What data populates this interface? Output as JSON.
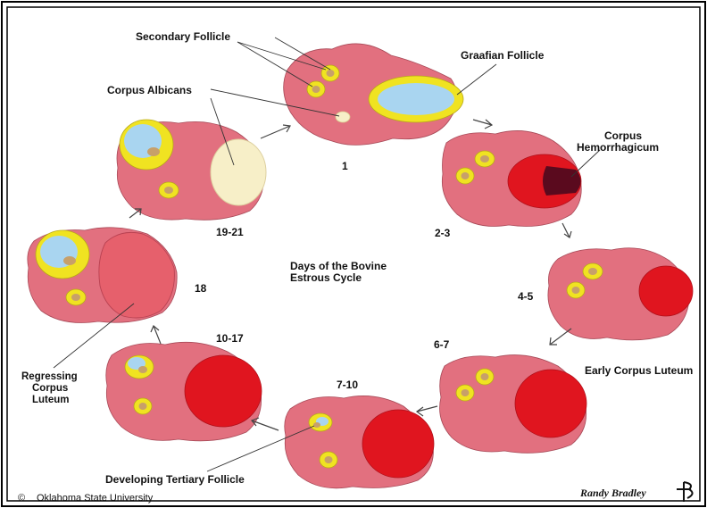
{
  "title": "Days of the Bovine Estrous Cycle",
  "title_lines": [
    "Days of the Bovine",
    "Estrous Cycle"
  ],
  "stage_labels": [
    "1",
    "2-3",
    "4-5",
    "6-7",
    "7-10",
    "10-17",
    "18",
    "19-21"
  ],
  "structure_labels": {
    "secondary_follicle": "Secondary Follicle",
    "graafian_follicle": "Graafian Follicle",
    "corpus_albicans": "Corpus Albicans",
    "corpus_hemorrhagicum_1": "Corpus",
    "corpus_hemorrhagicum_2": "Hemorrhagicum",
    "early_corpus_luteum": "Early Corpus Luteum",
    "developing_tertiary_follicle": "Developing Tertiary Follicle",
    "regressing_cl_1": "Regressing",
    "regressing_cl_2": "Corpus",
    "regressing_cl_3": "Luteum"
  },
  "copyright": "Oklahoma State University",
  "copyright_symbol": "©",
  "signature": "Randy Bradley",
  "colors": {
    "ovary": "#e2707f",
    "follicle": "#f0e321",
    "antrum": "#a9d5f0",
    "corpus_luteum": "#e0151f",
    "corpus_hemorrhagicum_dark": "#5a0a1e",
    "corpus_albicans": "#f7efc8",
    "regressing_cl": "#e6606c"
  }
}
